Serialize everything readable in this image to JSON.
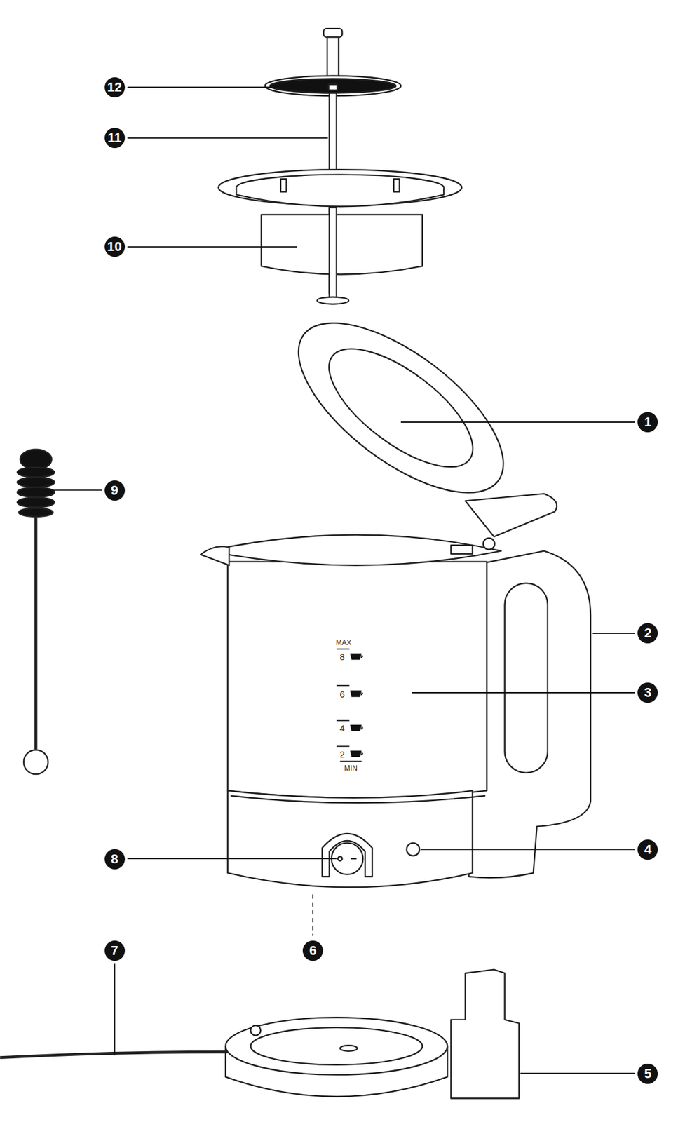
{
  "diagram": {
    "labels": [
      "12",
      "11",
      "10",
      "1",
      "9",
      "2",
      "3",
      "8",
      "4",
      "6",
      "7",
      "5",
      "MAX",
      "8",
      "6",
      "4",
      "2",
      "MIN"
    ]
  }
}
